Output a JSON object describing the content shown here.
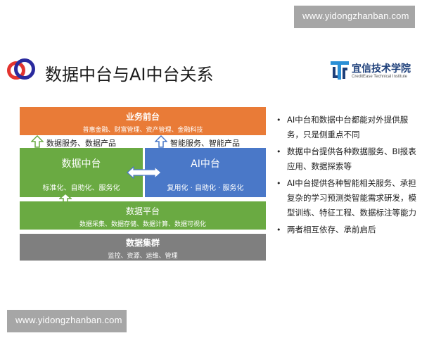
{
  "watermark": "www.yidongzhanban.com",
  "title": "数据中台与AI中台关系",
  "brand": {
    "name": "宜信技术学院",
    "subtitle": "CreditEase Technical Institute",
    "color": "#1d3f7a"
  },
  "diagram": {
    "front": {
      "title": "业务前台",
      "items": "普惠金融、财富管理、资产管理、金融科技",
      "color": "#e97b37"
    },
    "data_middle": {
      "title": "数据中台",
      "items": "标准化、自助化、服务化",
      "color": "#6aaa42"
    },
    "ai_middle": {
      "title": "AI中台",
      "items": "复用化 · 自助化 · 服务化",
      "color": "#4a78c8"
    },
    "platform": {
      "title": "数据平台",
      "items": "数据采集、数据存储、数据计算、数据可视化",
      "color": "#6aaa42"
    },
    "cluster": {
      "title": "数据集群",
      "items": "监控、资源、运维、管理",
      "color": "#7f7f7f"
    },
    "label_data_services": "数据服务、数据产品",
    "label_ai_services": "智能服务、智能产品"
  },
  "bullets": [
    "AI中台和数据中台都能对外提供服务，只是侧重点不同",
    "数据中台提供各种数据服务、BI报表应用、数据探索等",
    "AI中台提供各种智能相关服务、承担复杂的学习预测类智能需求研发，模型训练、特征工程、数据标注等能力",
    "两者相互依存、承前启后"
  ]
}
